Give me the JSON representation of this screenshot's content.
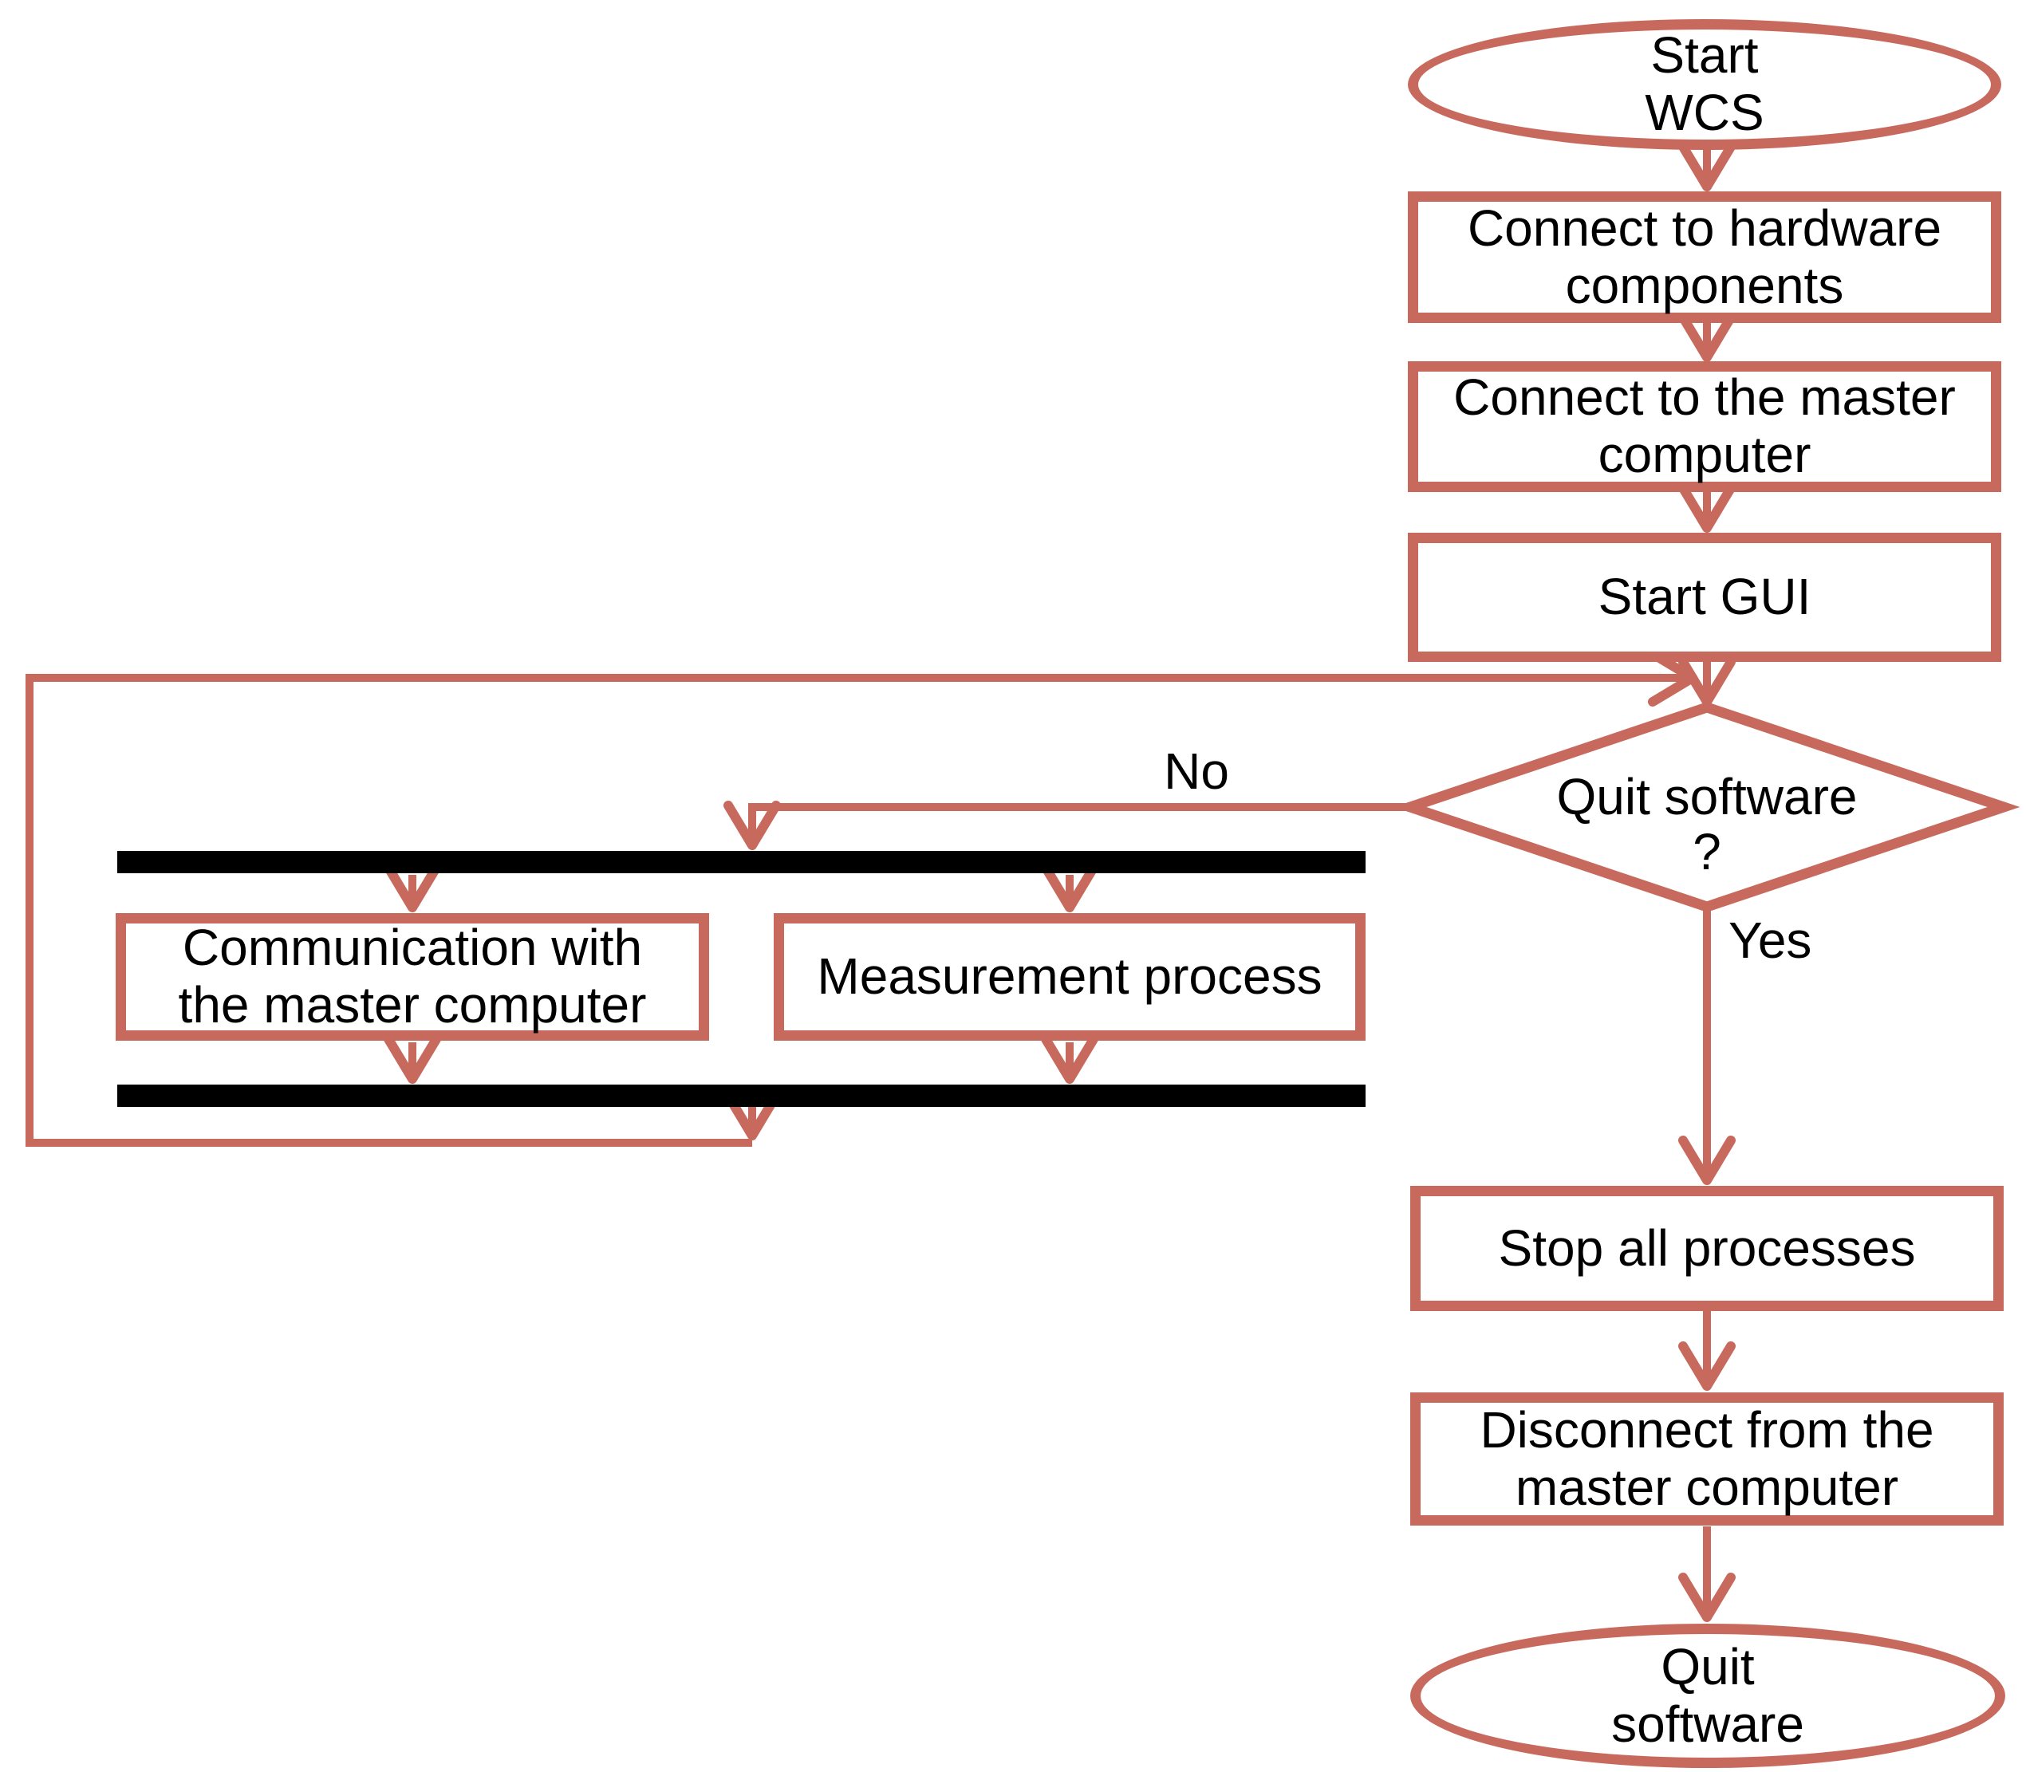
{
  "title": "WCS software flowchart",
  "colors": {
    "accent": "#C8695E",
    "bar": "#000000",
    "text": "#000000",
    "background": "#FFFFFF"
  },
  "nodes": {
    "start_wcs": {
      "type": "terminator",
      "label": "Start\nWCS"
    },
    "connect_hardware": {
      "type": "process",
      "label": "Connect to hardware\ncomponents"
    },
    "connect_master": {
      "type": "process",
      "label": "Connect to the master\ncomputer"
    },
    "start_gui": {
      "type": "process",
      "label": "Start GUI"
    },
    "quit_decision": {
      "type": "decision",
      "label": "Quit software\n?"
    },
    "communication": {
      "type": "process",
      "label": "Communication with\nthe master computer"
    },
    "measurement": {
      "type": "process",
      "label": "Measurement process"
    },
    "stop_processes": {
      "type": "process",
      "label": "Stop all processes"
    },
    "disconnect_master": {
      "type": "process",
      "label": "Disconnect from the\nmaster computer"
    },
    "quit_software": {
      "type": "terminator",
      "label": "Quit\nsoftware"
    }
  },
  "branch_labels": {
    "no": "No",
    "yes": "Yes"
  },
  "edges": [
    {
      "from": "start_wcs",
      "to": "connect_hardware"
    },
    {
      "from": "connect_hardware",
      "to": "connect_master"
    },
    {
      "from": "connect_master",
      "to": "start_gui"
    },
    {
      "from": "start_gui",
      "to": "quit_decision"
    },
    {
      "from": "quit_decision",
      "to": "parallel_fork",
      "label": "No"
    },
    {
      "from": "parallel_fork",
      "to": "communication"
    },
    {
      "from": "parallel_fork",
      "to": "measurement"
    },
    {
      "from": "communication",
      "to": "parallel_join"
    },
    {
      "from": "measurement",
      "to": "parallel_join"
    },
    {
      "from": "parallel_join",
      "to": "quit_decision"
    },
    {
      "from": "quit_decision",
      "to": "stop_processes",
      "label": "Yes"
    },
    {
      "from": "stop_processes",
      "to": "disconnect_master"
    },
    {
      "from": "disconnect_master",
      "to": "quit_software"
    }
  ]
}
